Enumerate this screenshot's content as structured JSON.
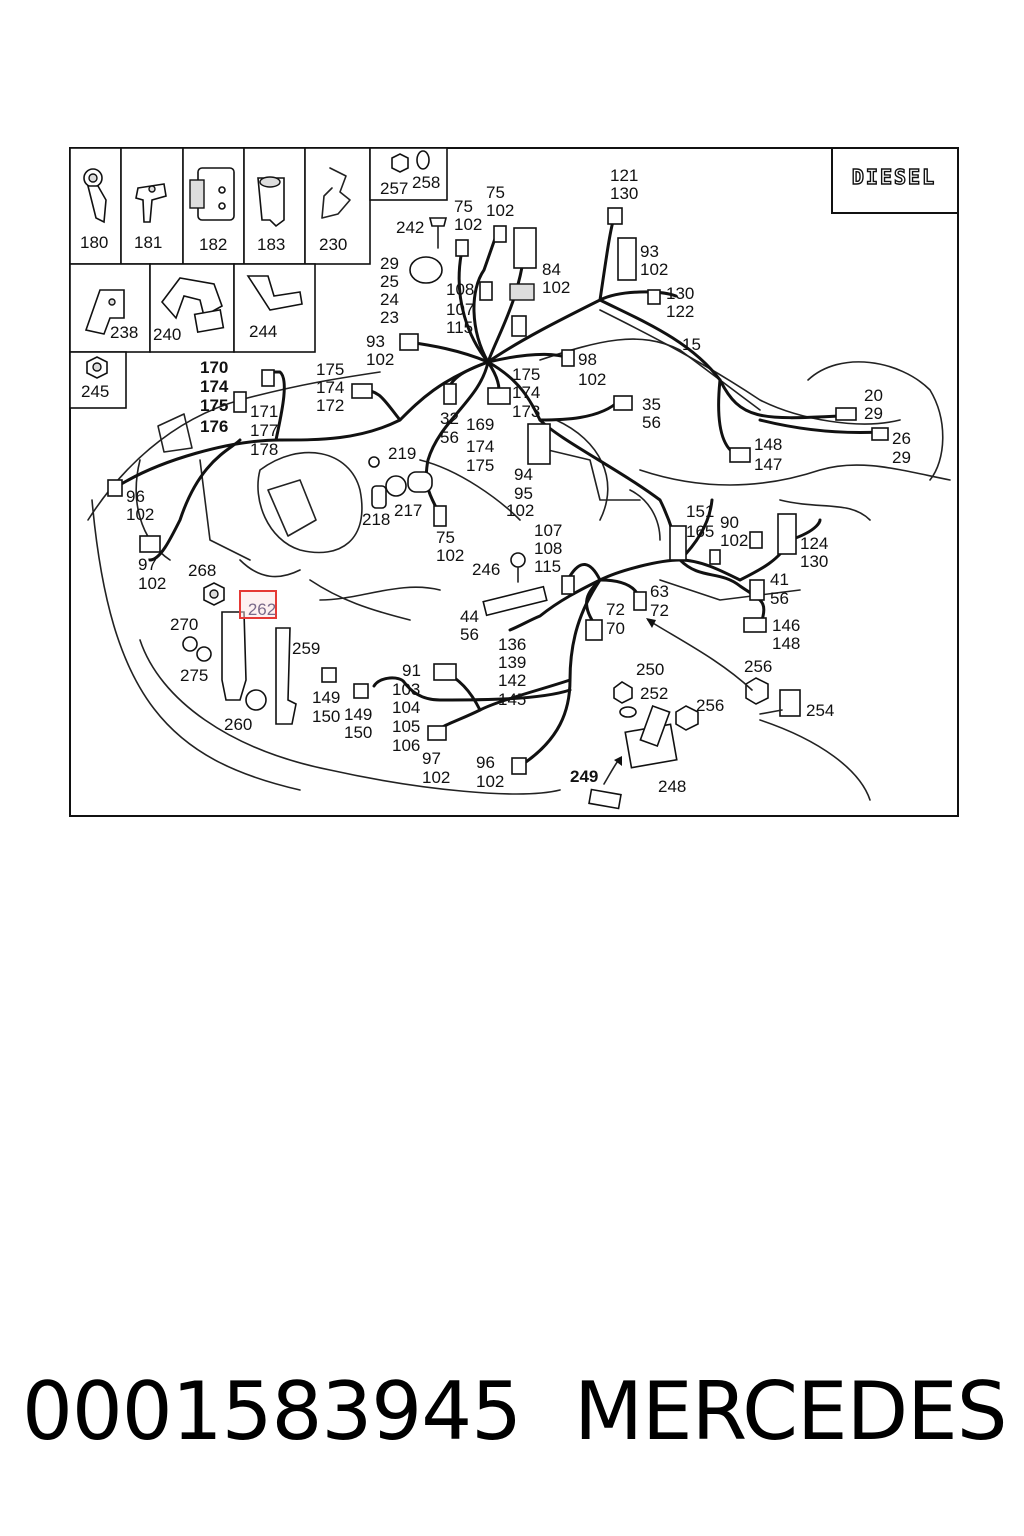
{
  "diagram": {
    "badge": "DIESEL",
    "highlight": "262",
    "inset_labels": [
      "180",
      "181",
      "182",
      "183",
      "230",
      "257",
      "258",
      "238",
      "240",
      "244",
      "245"
    ],
    "callouts": [
      "121",
      "130",
      "75",
      "102",
      "75",
      "102",
      "242",
      "29",
      "25",
      "24",
      "23",
      "108",
      "107",
      "115",
      "84",
      "102",
      "93",
      "102",
      "130",
      "122",
      "15",
      "93",
      "102",
      "170",
      "174",
      "175",
      "176",
      "171",
      "177",
      "178",
      "175",
      "174",
      "172",
      "175",
      "174",
      "173",
      "98",
      "102",
      "35",
      "56",
      "32",
      "56",
      "169",
      "174",
      "175",
      "219",
      "20",
      "29",
      "26",
      "29",
      "148",
      "147",
      "96",
      "102",
      "218",
      "217",
      "94",
      "95",
      "102",
      "151",
      "165",
      "90",
      "102",
      "124",
      "130",
      "75",
      "102",
      "107",
      "108",
      "115",
      "246",
      "97",
      "102",
      "268",
      "63",
      "72",
      "72",
      "70",
      "41",
      "56",
      "44",
      "56",
      "136",
      "139",
      "142",
      "145",
      "146",
      "148",
      "270",
      "259",
      "275",
      "91",
      "103",
      "104",
      "105",
      "106",
      "149",
      "150",
      "149",
      "150",
      "260",
      "250",
      "252",
      "256",
      "256",
      "254",
      "97",
      "102",
      "96",
      "102",
      "249",
      "248"
    ]
  },
  "footer": {
    "part_number": "0001583945",
    "brand": "MERCEDES"
  }
}
